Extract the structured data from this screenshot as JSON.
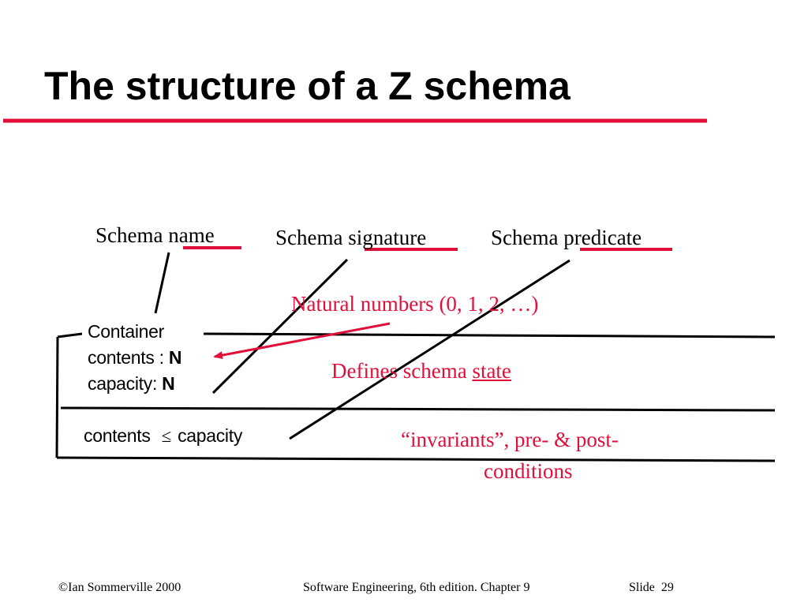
{
  "title": "The structure of a Z schema",
  "labels": {
    "schema_name_prefix": "Schema",
    "schema_name_key": "name",
    "schema_signature_prefix": "Schema",
    "schema_signature_key": "signature",
    "schema_predicate_prefix": "Schema",
    "schema_predicate_key": "predicate"
  },
  "annotations": {
    "natural_numbers": "Natural numbers (0, 1, 2, …)",
    "defines_prefix": "Defines schema",
    "defines_key": "state",
    "invariants_line1": "“invariants”, pre- & post-",
    "invariants_line2": "conditions"
  },
  "schema": {
    "name": "Container",
    "decl1_var": "contents :",
    "decl1_type": "N",
    "decl2_var": "capacity:",
    "decl2_type": "N",
    "predicate_left": "contents",
    "predicate_op": "≤",
    "predicate_right": "capacity"
  },
  "footer": {
    "copyright": "©Ian Sommerville 2000",
    "book": "Software Engineering, 6th edition. Chapter 9",
    "slide_label": "Slide",
    "slide_number": "29"
  },
  "colors": {
    "accent": "#e0103a",
    "text": "#000000",
    "background": "#ffffff"
  }
}
